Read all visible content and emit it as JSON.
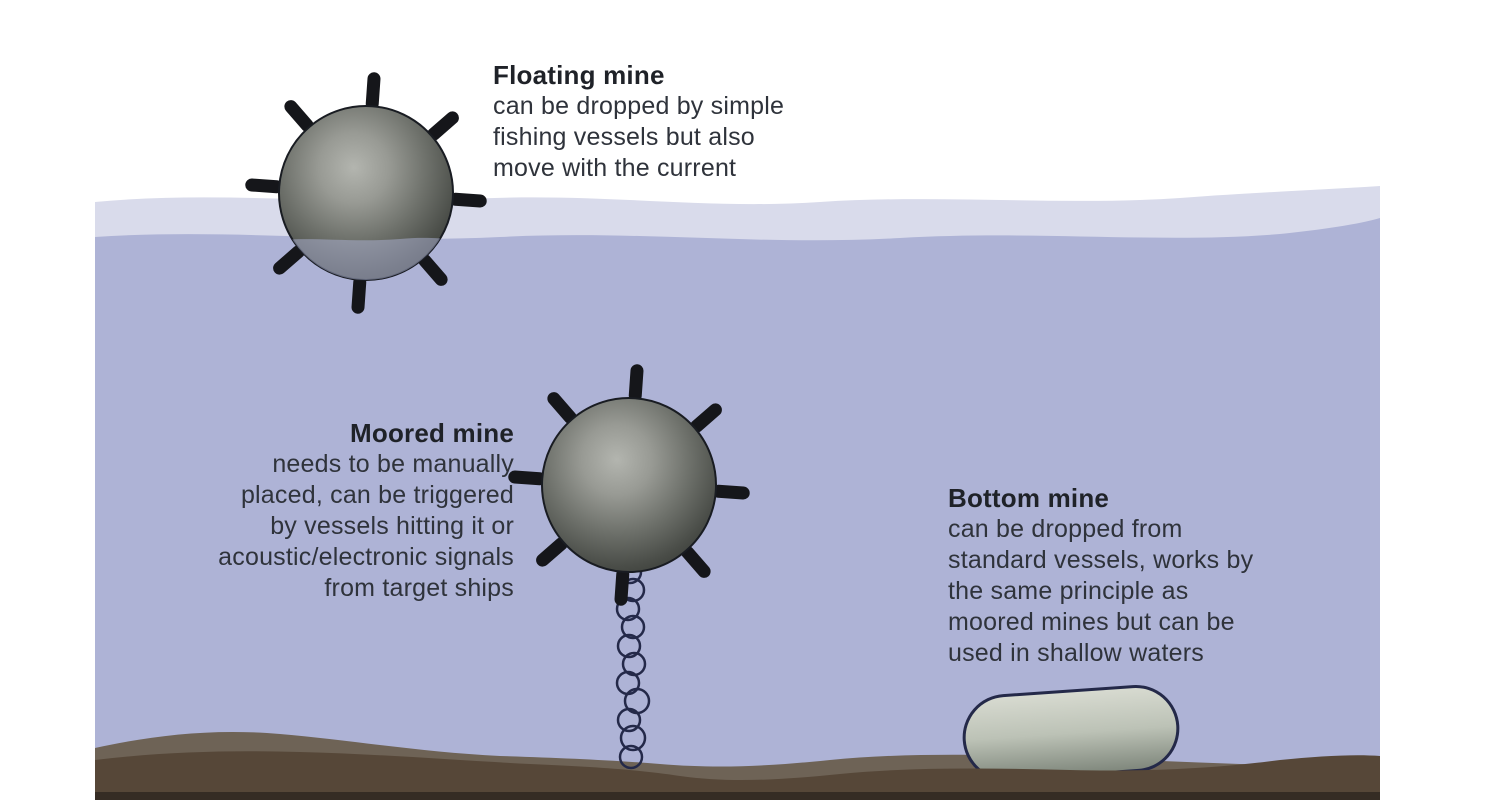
{
  "diagram": {
    "mines": [
      {
        "id": "floating-mine",
        "title": "Floating mine",
        "lines": [
          "can be dropped by simple",
          "fishing vessels but also",
          "move with the current"
        ]
      },
      {
        "id": "moored-mine",
        "title": "Moored mine",
        "lines": [
          "needs to be manually",
          "placed, can be triggered",
          "by vessels hitting it or",
          "acoustic/electronic signals",
          "from target ships"
        ]
      },
      {
        "id": "bottom-mine",
        "title": "Bottom mine",
        "lines": [
          "can be dropped from",
          "standard vessels, works by",
          "the same principle as",
          "moored mines but can be",
          "used in shallow waters"
        ]
      }
    ],
    "colors": {
      "background": "#ffffff",
      "water": "#aeb3d6",
      "water_surface": "#d9dbeb",
      "seabed": "#564738",
      "seabed_light": "#6e6356",
      "seabed_dark_strip": "#352c24",
      "mine_spike": "#15161a",
      "mine_body_light": "#b3b5af",
      "mine_body_dark": "#3a3d38",
      "capsule_light": "#d8dbd1",
      "capsule_dark": "#7e867b",
      "outline_navy": "#242949",
      "text": "#2f333b"
    }
  }
}
